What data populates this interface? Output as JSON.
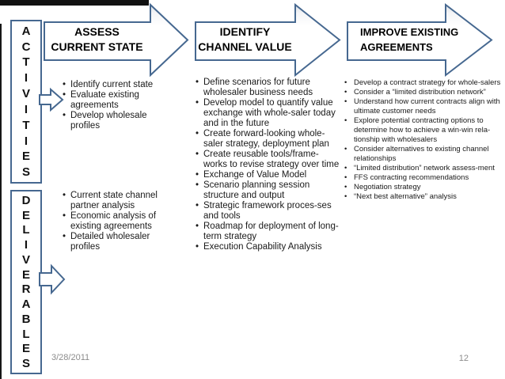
{
  "slide": {
    "row_labels": [
      {
        "label": "ACTIVITIES"
      },
      {
        "label": "DELIVERABLES"
      }
    ],
    "columns": [
      {
        "header_line1": "ASSESS",
        "header_line2": "CURRENT STATE",
        "activities": [
          "Identify current state",
          "Evaluate existing agreements",
          "Develop wholesale profiles"
        ],
        "deliverables": [
          "Current state channel partner analysis",
          "Economic analysis of existing agreements",
          "Detailed wholesaler profiles"
        ]
      },
      {
        "header_line1": "IDENTIFY",
        "header_line2": "CHANNEL VALUE",
        "items": [
          "Define scenarios for future wholesaler business needs",
          "Develop model to quantify value exchange with whole-saler today and in the future",
          "Create forward-looking whole-saler strategy, deployment plan",
          "Create reusable tools/frame-works to revise strategy over time",
          "Exchange of Value Model",
          "Scenario planning session structure and output",
          "Strategic framework proces-ses and tools",
          "Roadmap for deployment of long-term strategy",
          "Execution Capability Analysis"
        ]
      },
      {
        "header_line1": "IMPROVE EXISTING",
        "header_line2": "AGREEMENTS",
        "items": [
          "Develop a contract strategy for whole-salers",
          "Consider a “limited distribution network”",
          "Understand how current contracts align with ultimate customer needs",
          "Explore potential contracting options to determine how to achieve a win-win rela-tionship with wholesalers",
          "Consider alternatives to existing channel relationships",
          "“Limited distribution” network assess-ment",
          "FFS contracting recommendations",
          "Negotiation strategy",
          "“Next best alternative” analysis"
        ]
      }
    ],
    "footer": {
      "date": "3/28/2011",
      "page_number": "12"
    },
    "colors": {
      "shape_border": "#466890",
      "body_text": "#1a1a1a",
      "footer_text": "#8c8c8c"
    }
  }
}
